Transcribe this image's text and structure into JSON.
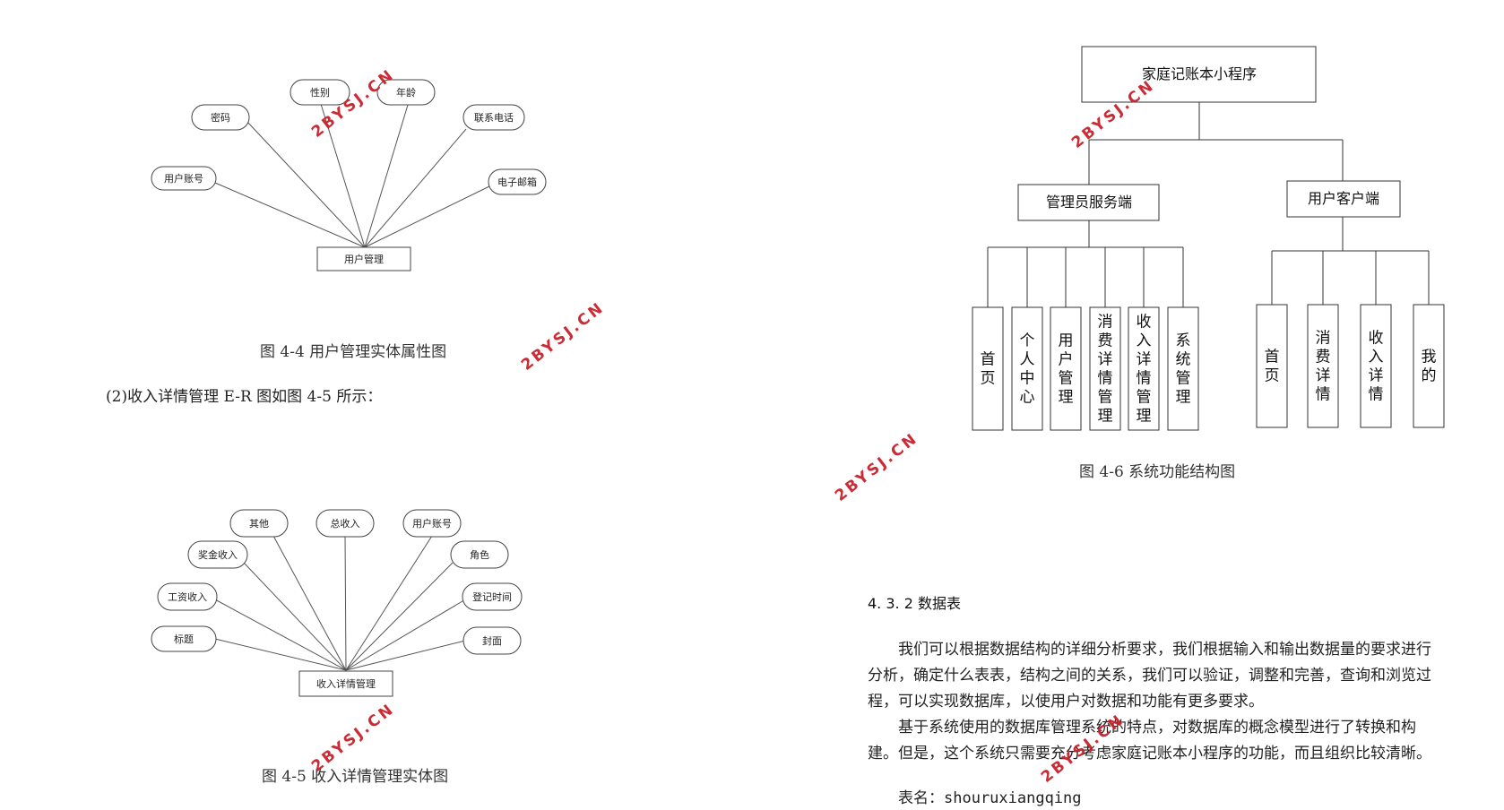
{
  "er1": {
    "entity": "用户管理",
    "attributes": [
      "密码",
      "性别",
      "年龄",
      "联系电话",
      "用户账号",
      "电子邮箱"
    ],
    "caption": "图 4-4  用户管理实体属性图"
  },
  "intro": "(2)收入详情管理 E-R 图如图 4-5 所示：",
  "er2": {
    "entity": "收入详情管理",
    "attributes": [
      "其他",
      "总收入",
      "用户账号",
      "奖金收入",
      "角色",
      "工资收入",
      "登记时间",
      "标题",
      "封面"
    ],
    "caption": "图 4-5 收入详情管理实体图"
  },
  "tree": {
    "root": "家庭记账本小程序",
    "admin": {
      "label": "管理员服务端",
      "children": [
        "首页",
        "个人中心",
        "用户管理",
        "消费详情管理",
        "收入详情管理",
        "系统管理"
      ]
    },
    "client": {
      "label": "用户客户端",
      "children": [
        "首页",
        "消费详情",
        "收入详情",
        "我的"
      ]
    },
    "caption": "图 4-6 系统功能结构图"
  },
  "section": {
    "heading": "4. 3. 2 数据表",
    "p1_lines": [
      "我们可以根据数据结构的详细分析要求，我们根据输入和输出数据量的要求进行",
      "分析，确定什么表表，结构之间的关系，我们可以验证，调整和完善，查询和浏览过",
      "程，可以实现数据库，以使用户对数据和功能有更多要求。"
    ],
    "p2_lines": [
      "基于系统使用的数据库管理系统的特点，对数据库的概念模型进行了转换和构",
      "建。但是，这个系统只需要充分考虑家庭记账本小程序的功能，而且组织比较清晰。"
    ],
    "table_label": "表名：",
    "table_name": "shouruxiangqing"
  },
  "watermark": "2BYSJ.CN"
}
